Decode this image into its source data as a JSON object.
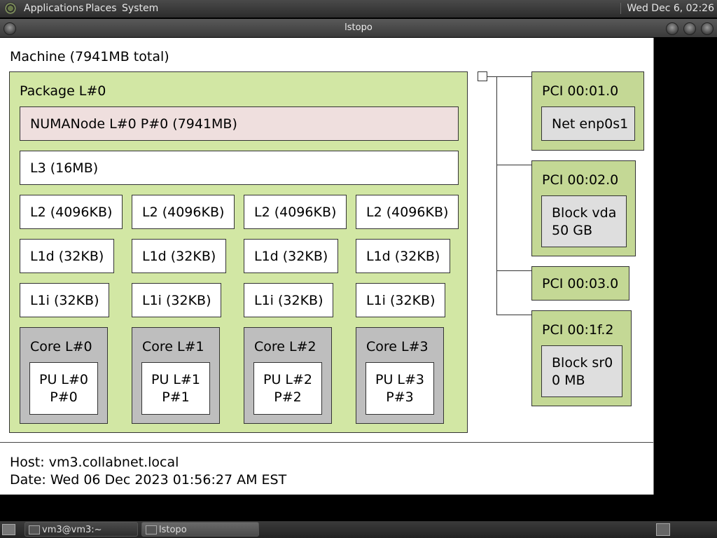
{
  "top_panel": {
    "menus": [
      "Applications",
      "Places",
      "System"
    ],
    "clock": "Wed Dec  6, 02:26"
  },
  "window": {
    "title": "lstopo"
  },
  "machine": {
    "label": "Machine (7941MB total)",
    "package": {
      "label": "Package L#0",
      "numa": "NUMANode L#0 P#0 (7941MB)",
      "l3": "L3 (16MB)",
      "cores": [
        {
          "l2": "L2 (4096KB)",
          "l1d": "L1d (32KB)",
          "l1i": "L1i (32KB)",
          "core": "Core L#0",
          "pu": "PU L#0",
          "pu_p": "P#0"
        },
        {
          "l2": "L2 (4096KB)",
          "l1d": "L1d (32KB)",
          "l1i": "L1i (32KB)",
          "core": "Core L#1",
          "pu": "PU L#1",
          "pu_p": "P#1"
        },
        {
          "l2": "L2 (4096KB)",
          "l1d": "L1d (32KB)",
          "l1i": "L1i (32KB)",
          "core": "Core L#2",
          "pu": "PU L#2",
          "pu_p": "P#2"
        },
        {
          "l2": "L2 (4096KB)",
          "l1d": "L1d (32KB)",
          "l1i": "L1i (32KB)",
          "core": "Core L#3",
          "pu": "PU L#3",
          "pu_p": "P#3"
        }
      ]
    },
    "pci": [
      {
        "label": "PCI 00:01.0",
        "device": "Net enp0s1"
      },
      {
        "label": "PCI 00:02.0",
        "device": "Block vda",
        "device2": "50 GB"
      },
      {
        "label": "PCI 00:03.0"
      },
      {
        "label": "PCI 00:1f.2",
        "device": "Block sr0",
        "device2": "0 MB"
      }
    ]
  },
  "legend": {
    "host": "Host: vm3.collabnet.local",
    "date": "Date: Wed 06 Dec 2023 01:56:27 AM EST"
  },
  "taskbar": {
    "tasks": [
      "vm3@vm3:~",
      "lstopo"
    ]
  }
}
